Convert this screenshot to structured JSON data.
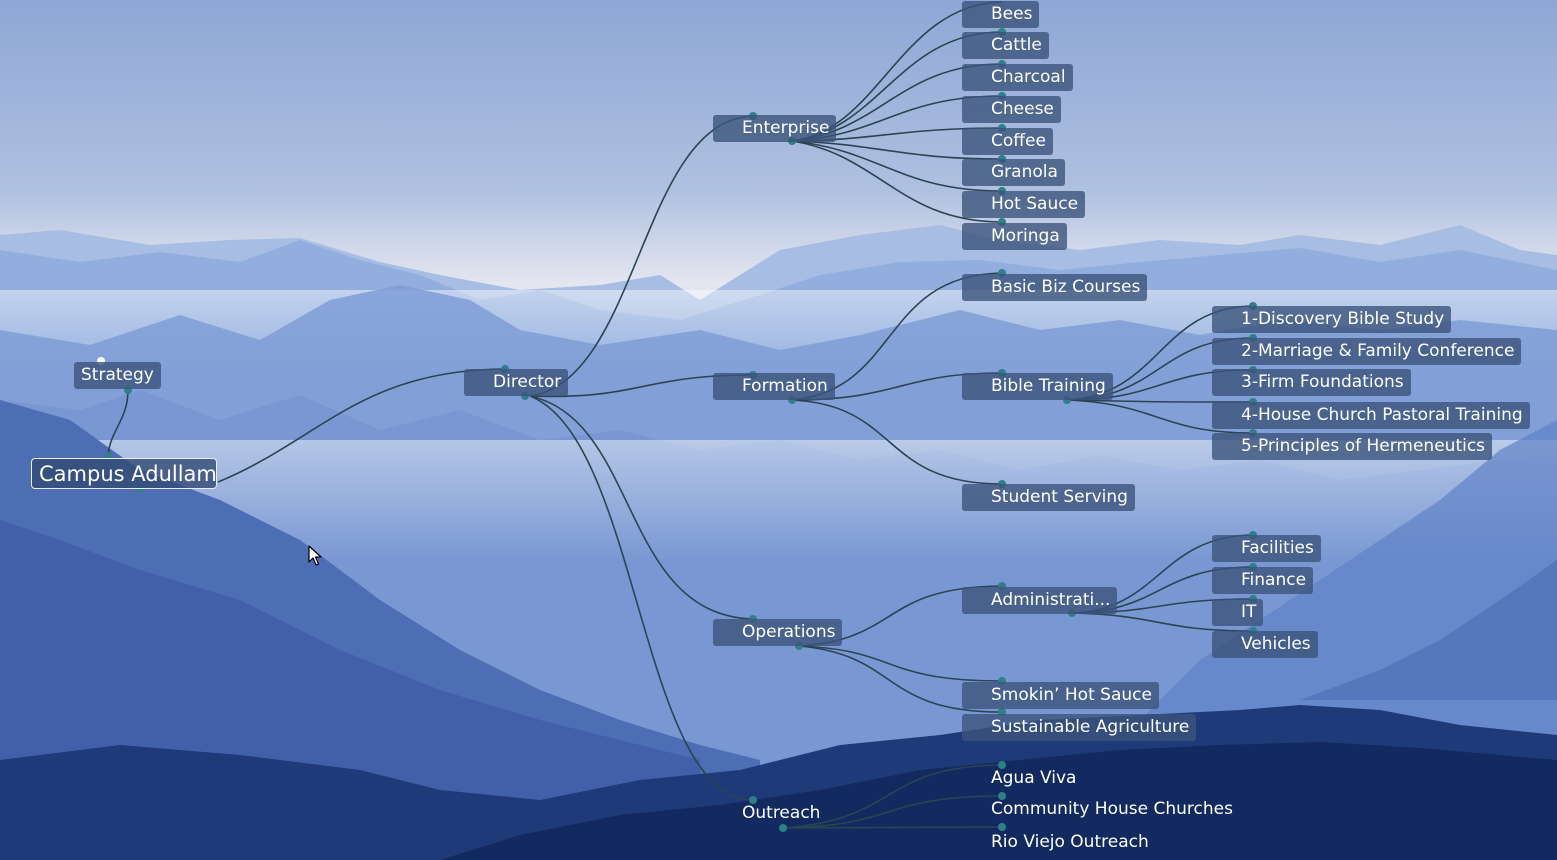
{
  "colors": {
    "sky_top": "#8ea7d6",
    "sky_horizon": "#e4e6f0",
    "node_fill": "#3c547c",
    "link": "#2b4452",
    "port": "#2f7f86"
  },
  "nodes": {
    "campus": "Campus Adullam",
    "strategy": "Strategy",
    "director": "Director",
    "enterprise": "Enterprise",
    "bees": "Bees",
    "cattle": "Cattle",
    "charcoal": "Charcoal",
    "cheese": "Cheese",
    "coffee": "Coffee",
    "granola": "Granola",
    "hot_sauce": "Hot Sauce",
    "moringa": "Moringa",
    "formation": "Formation",
    "basic_biz": "Basic Biz Courses",
    "bible_training": "Bible Training",
    "dbs": "1-Discovery Bible Study",
    "marriage": "2-Marriage & Family Conference",
    "firm": "3-Firm Foundations",
    "house_church": "4-House Church Pastoral Training",
    "hermeneutics": "5-Principles of Hermeneutics",
    "student_serving": "Student Serving",
    "operations": "Operations",
    "administration": "Administrati...",
    "facilities": "Facilities",
    "finance": "Finance",
    "it": "IT",
    "vehicles": "Vehicles",
    "smokin": "Smokin’ Hot Sauce",
    "sustainable": "Sustainable Agriculture",
    "outreach": "Outreach",
    "agua_viva": "Agua Viva",
    "community": "Community House Churches",
    "rio_viejo": "Rio Viejo Outreach"
  }
}
